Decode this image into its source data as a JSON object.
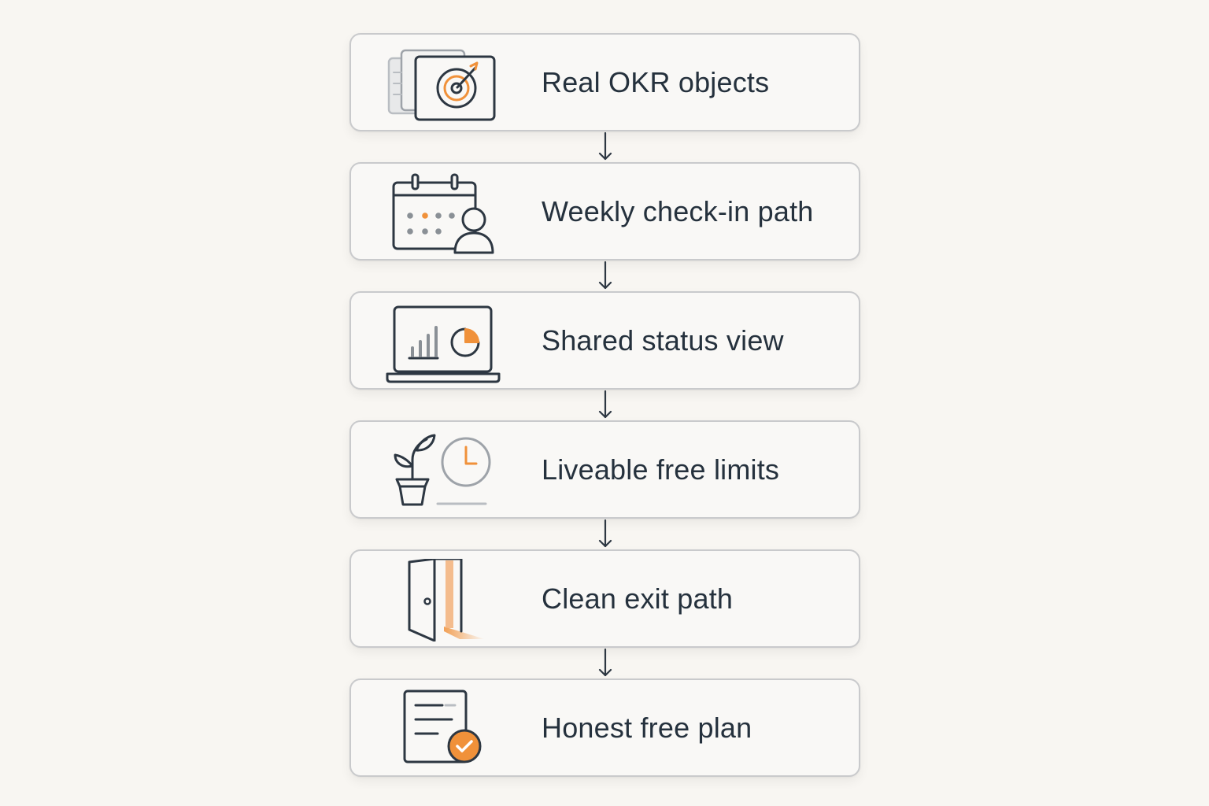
{
  "colors": {
    "background": "#f8f6f2",
    "card_border": "#c9cacc",
    "text": "#25313d",
    "icon_stroke": "#2d3742",
    "accent": "#f0913a"
  },
  "steps": [
    {
      "label": "Real OKR objects",
      "icon": "target-card-icon"
    },
    {
      "label": "Weekly check-in path",
      "icon": "calendar-person-icon"
    },
    {
      "label": "Shared status view",
      "icon": "laptop-chart-icon"
    },
    {
      "label": "Liveable free limits",
      "icon": "plant-clock-icon"
    },
    {
      "label": "Clean exit path",
      "icon": "open-door-icon"
    },
    {
      "label": "Honest free plan",
      "icon": "document-check-icon"
    }
  ]
}
